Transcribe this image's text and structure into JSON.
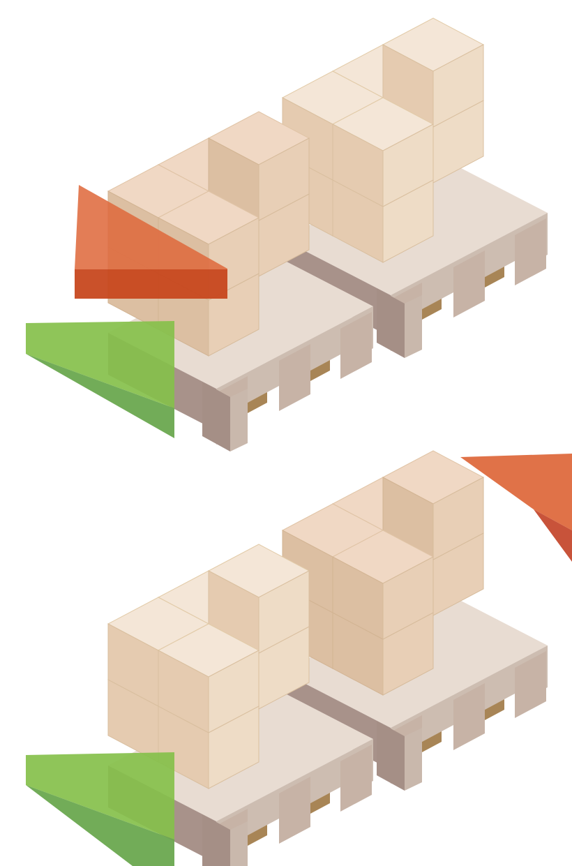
{
  "illustration": {
    "panels": [
      {
        "name": "top",
        "arrows": [
          "red-inbound-arrow",
          "green-arrow"
        ]
      },
      {
        "name": "bottom",
        "arrows": [
          "red-outbound-arrow",
          "green-arrow"
        ]
      }
    ],
    "colors": {
      "background": "#ffffff",
      "box_top": "#f4e6d7",
      "box_left": "#e5cbb0",
      "box_right": "#eedcc6",
      "box_top_peach": "#f0d8c4",
      "box_left_peach": "#dcbfa2",
      "box_right_peach": "#e8cfb6",
      "box_edge": "#d9bf9f",
      "pallet_top": "#e8dcd2",
      "pallet_left": "#a8928a",
      "pallet_right": "#cdbdb1",
      "pallet_hole": "#a88556",
      "red_arrow_light": "#de6a3e",
      "red_arrow_dark": "#c8481f",
      "green_arrow_light": "#86c04b",
      "green_arrow_dark": "#6aa84f"
    }
  }
}
